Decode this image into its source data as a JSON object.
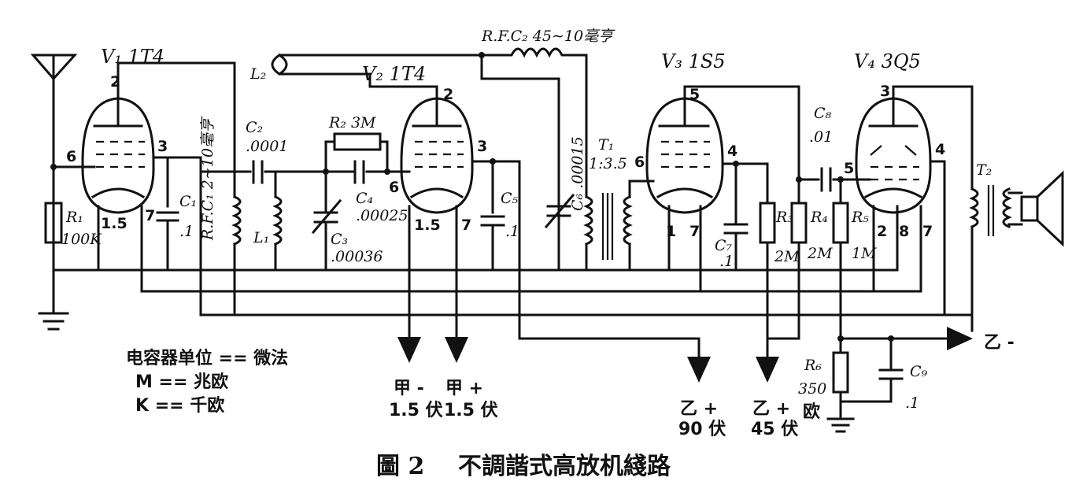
{
  "caption": {
    "figure": "圖 2",
    "title": "不調諧式高放机綫路"
  },
  "tubes": {
    "v1": "V₁ 1T4",
    "v2": "V₂ 1T4",
    "v3": "V₃ 1S5",
    "v4": "V₄ 3Q5"
  },
  "components": {
    "rfc2": "R.F.C₂ 45∼10毫亨",
    "l2": "L₂",
    "rfc1": "R.F.C₁ 2∼10毫亨",
    "c2_name": "C₂",
    "c2_val": ".0001",
    "r2": "R₂ 3M",
    "c4_name": "C₄",
    "c4_val": ".00025",
    "c3_name": "C₃",
    "c3_val": ".00036",
    "l1": "L₁",
    "c1_name": "C₁",
    "c1_val": ".1",
    "r1_name": "R₁",
    "r1_val": "100K",
    "c5_name": "C₅",
    "c5_val": ".1",
    "c6": "C₆ .00015",
    "t1_name": "T₁",
    "t1_ratio": "1:3.5",
    "c7_name": "C₇",
    "c7_val": ".1",
    "r3_name": "R₃",
    "r3_val": "2M",
    "c8_name": "C₈",
    "c8_val": ".01",
    "r4_name": "R₄",
    "r4_val": "2M",
    "r5_name": "R₅",
    "r5_val": "1M",
    "t2": "T₂",
    "r6_name": "R₆",
    "r6_val": "350",
    "r6_unit": "欧",
    "c9_name": "C₉",
    "c9_val": ".1"
  },
  "pins": {
    "v1": [
      "2",
      "6",
      "3",
      "1.5",
      "7"
    ],
    "v2": [
      "2",
      "6",
      "3",
      "1.5",
      "7"
    ],
    "v3": [
      "5",
      "6",
      "4",
      "1",
      "7"
    ],
    "v4": [
      "3",
      "5",
      "4",
      "2",
      "8",
      "7"
    ]
  },
  "supplies": {
    "a_minus": "甲 -",
    "a_plus": "甲 +",
    "a_minus_v": "1.5 伏",
    "a_plus_v": "1.5 伏",
    "b90": "乙 +",
    "b90_v": "90 伏",
    "b45": "乙 +",
    "b45_v": "45 伏",
    "b_minus": "乙 -"
  },
  "legend": {
    "line1": "电容器单位 == 微法",
    "line2": "M == 兆欧",
    "line3": "K == 千欧"
  }
}
